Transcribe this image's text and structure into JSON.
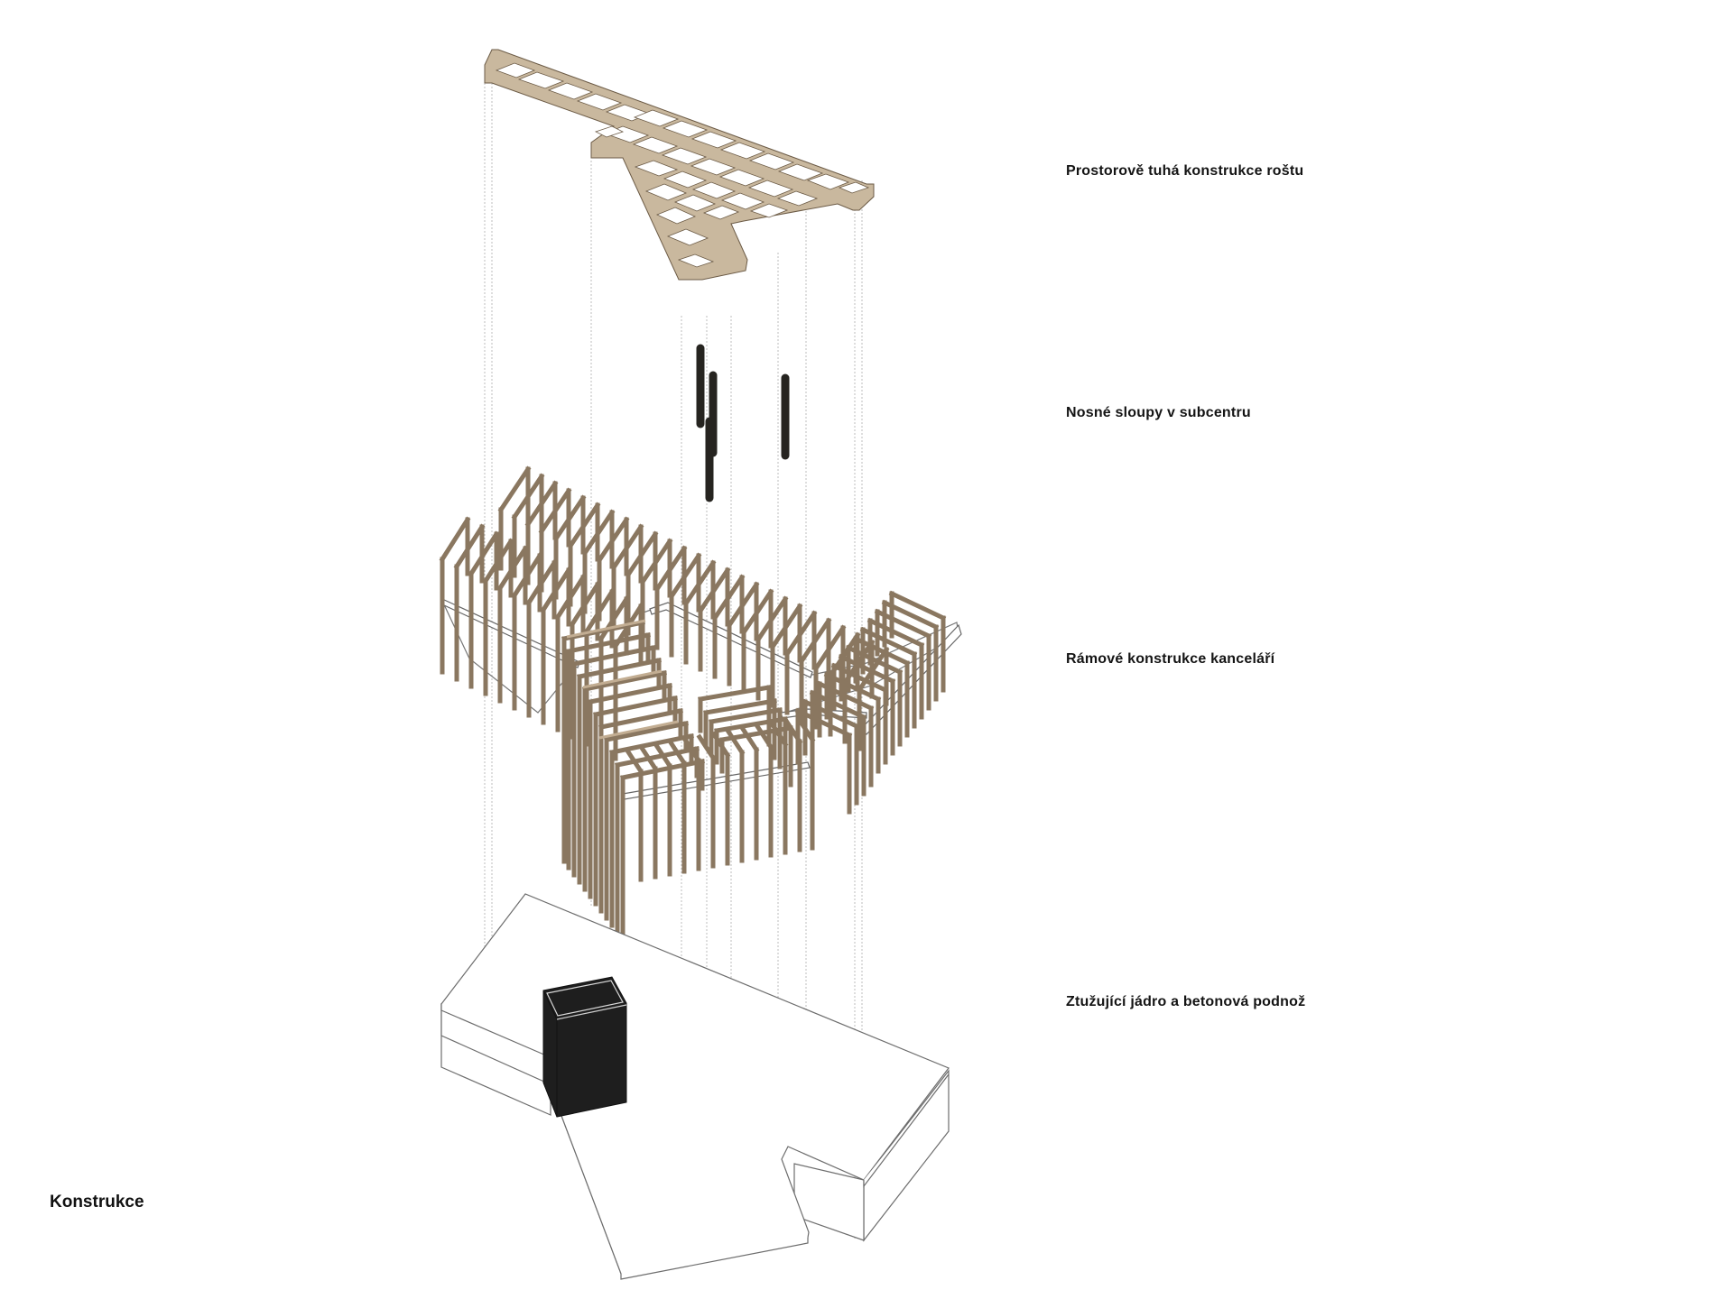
{
  "caption": {
    "title": "Konstrukce"
  },
  "layers": [
    {
      "id": "grid",
      "label": "Prostorově tuhá konstrukce roštu"
    },
    {
      "id": "columns",
      "label": "Nosné sloupy v subcentru"
    },
    {
      "id": "frames",
      "label": "Rámové konstrukce kanceláří"
    },
    {
      "id": "base",
      "label": "Ztužující jádro a betonová podnož"
    }
  ],
  "colors": {
    "background": "#ffffff",
    "timber": "#c9b89e",
    "timber_edge": "#6b5a45",
    "columns": "#262420",
    "core": "#1e1e1e",
    "guide_lines": "#bdbdbd",
    "text": "#141414"
  },
  "icons": {
    "grid": "timber-grid-icon",
    "columns": "steel-column-icon",
    "frames": "timber-frame-icon",
    "base": "concrete-base-icon"
  }
}
